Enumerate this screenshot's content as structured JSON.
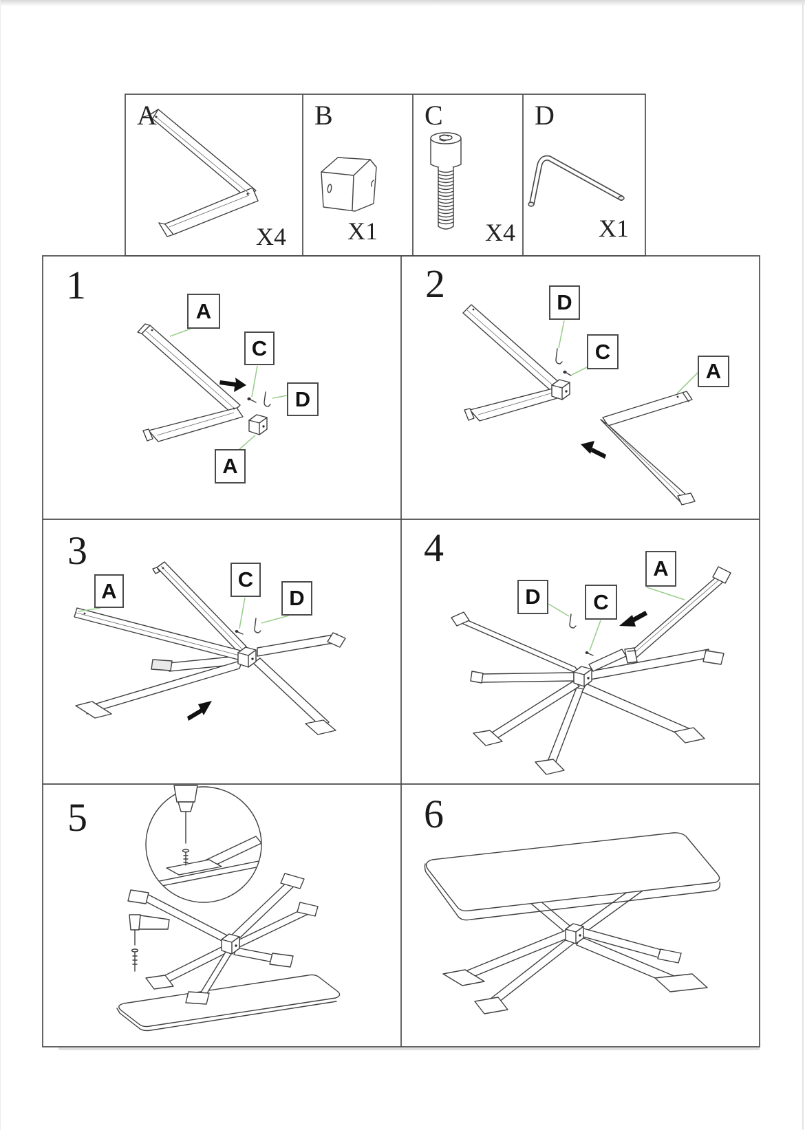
{
  "parts_list": {
    "items": [
      {
        "label": "A",
        "qty": "X4",
        "icon": "v-shaped-leg-icon"
      },
      {
        "label": "B",
        "qty": "X1",
        "icon": "connector-block-icon"
      },
      {
        "label": "C",
        "qty": "X4",
        "icon": "hex-socket-bolt-icon"
      },
      {
        "label": "D",
        "qty": "X1",
        "icon": "allen-key-icon"
      }
    ]
  },
  "steps": [
    {
      "num": "1",
      "callouts": [
        "A",
        "C",
        "D",
        "A"
      ]
    },
    {
      "num": "2",
      "callouts": [
        "D",
        "C",
        "A"
      ]
    },
    {
      "num": "3",
      "callouts": [
        "A",
        "C",
        "D"
      ]
    },
    {
      "num": "4",
      "callouts": [
        "D",
        "C",
        "A"
      ]
    },
    {
      "num": "5",
      "callouts": []
    },
    {
      "num": "6",
      "callouts": []
    }
  ],
  "colors": {
    "leader_green": "#9bce8d",
    "line": "#3f3f3f",
    "arrow": "#111111"
  }
}
